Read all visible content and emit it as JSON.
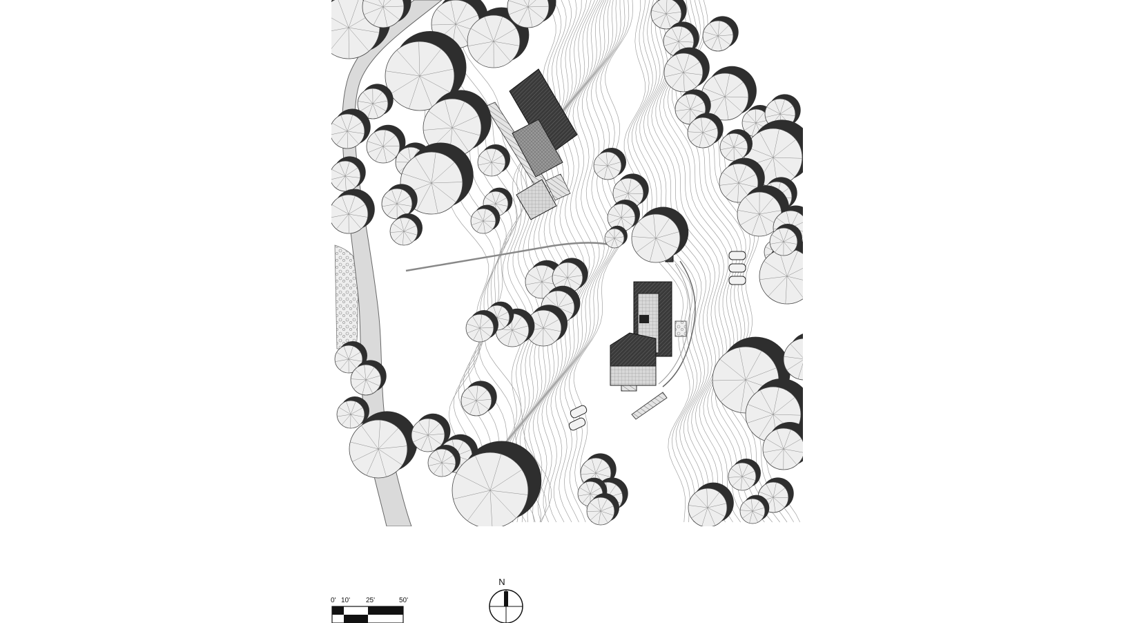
{
  "scale_bar": {
    "labels": [
      "0'",
      "10'",
      "25'",
      "50'"
    ],
    "values_ft": [
      0,
      10,
      25,
      50
    ]
  },
  "north_arrow": {
    "label": "N"
  },
  "colors": {
    "tree_canopy": "#eeeeee",
    "tree_shadow": "#2e2e2e",
    "road": "#d9d9d9",
    "contour": "#9a9a9a",
    "roof_dark": "#3a3a3a",
    "roof_mid": "#8c8c8c",
    "roof_light": "#c8c8c8"
  },
  "icons": [
    "tree-icon",
    "car-icon",
    "north-arrow-icon",
    "scale-bar-icon"
  ]
}
